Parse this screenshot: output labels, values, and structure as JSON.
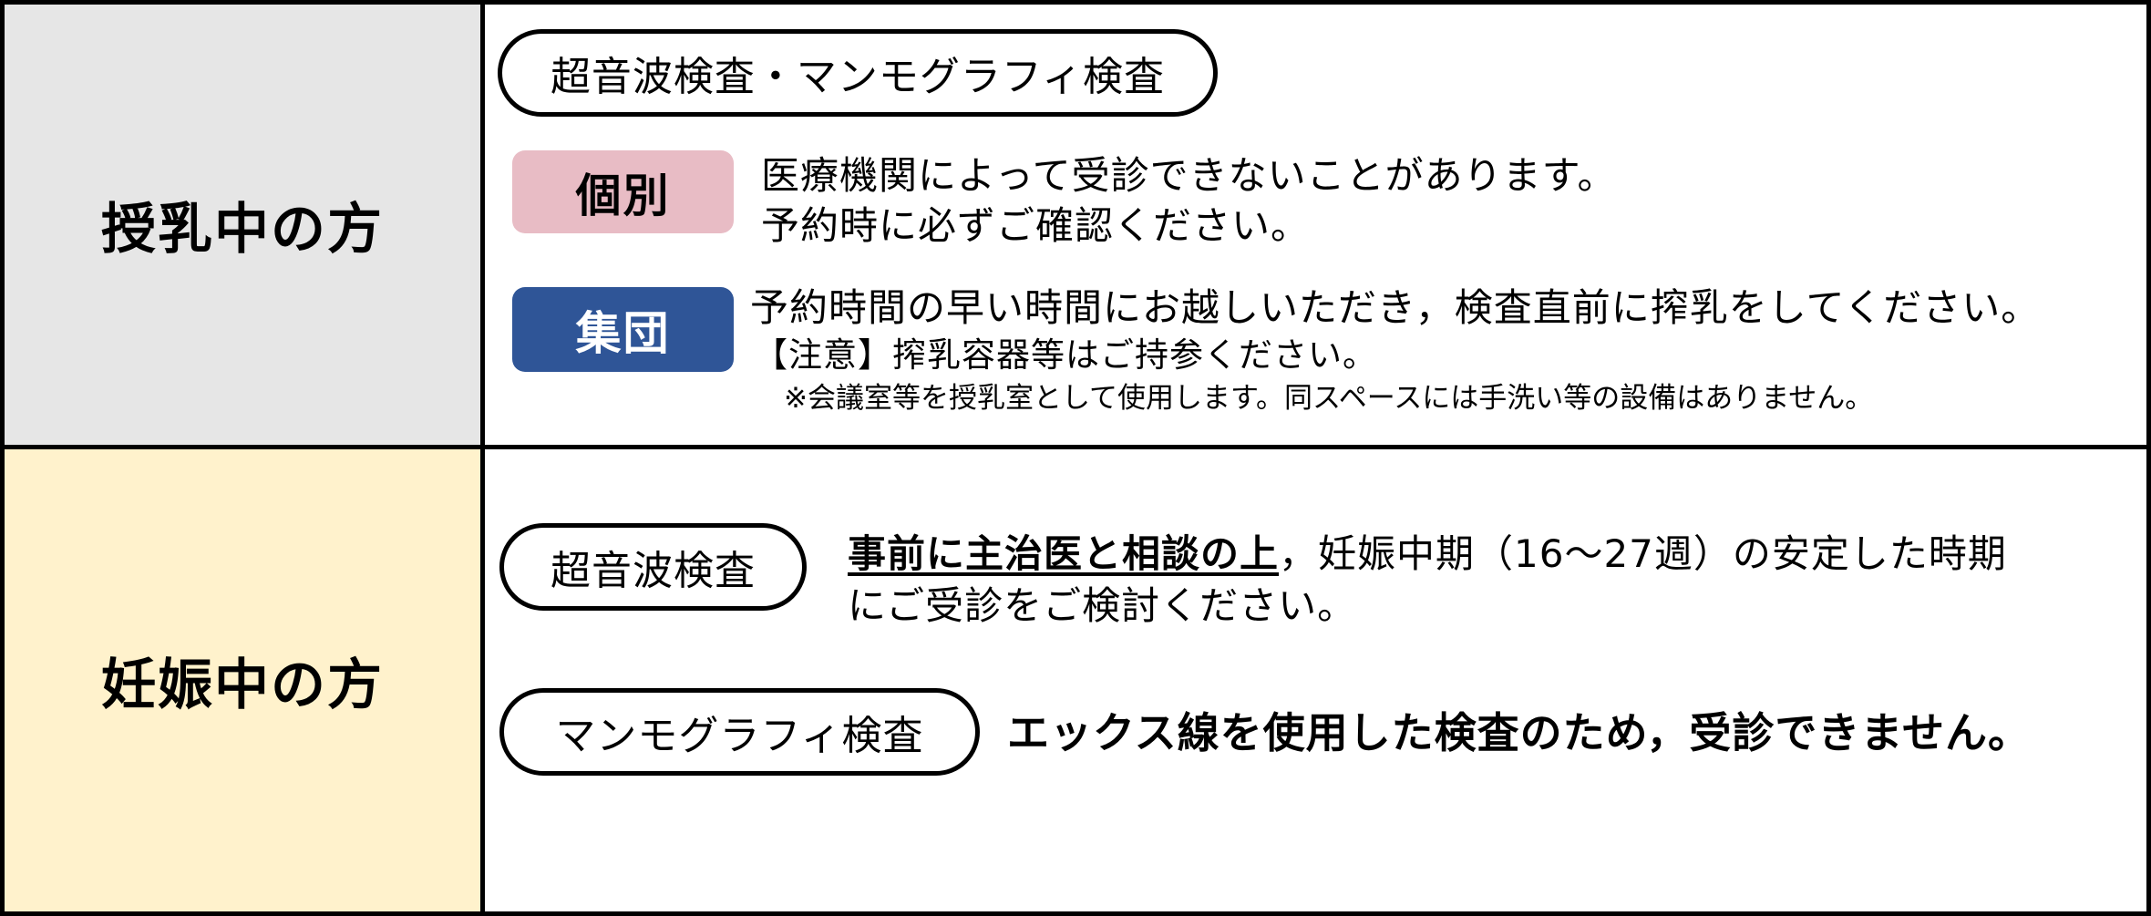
{
  "colors": {
    "row1_bg": "#E6E6E6",
    "row2_bg": "#FFF2CC",
    "badge_individual": "#E8BCC5",
    "badge_group": "#2F5597",
    "border": "#000000"
  },
  "rows": [
    {
      "label": "授乳中の方",
      "exam_pill": "超音波検査・マンモグラフィ検査",
      "sections": [
        {
          "badge": "個別",
          "lines": [
            "医療機関によって受診できないことがあります。",
            "予約時に必ずご確認ください。"
          ]
        },
        {
          "badge": "集団",
          "lines": [
            "予約時間の早い時間にお越しいただき，検査直前に搾乳をしてください。",
            "【注意】搾乳容器等はご持参ください。",
            "※会議室等を授乳室として使用します。同スペースには手洗い等の設備はありません。"
          ]
        }
      ]
    },
    {
      "label": "妊娠中の方",
      "items": [
        {
          "exam_pill": "超音波検査",
          "emphasis": "事前に主治医と相談の上",
          "line1_rest": "，妊娠中期（16～27週）の安定した時期",
          "line2": "にご受診をご検討ください。"
        },
        {
          "exam_pill": "マンモグラフィ検査",
          "notice": "エックス線を使用した検査のため，受診できません。"
        }
      ]
    }
  ]
}
